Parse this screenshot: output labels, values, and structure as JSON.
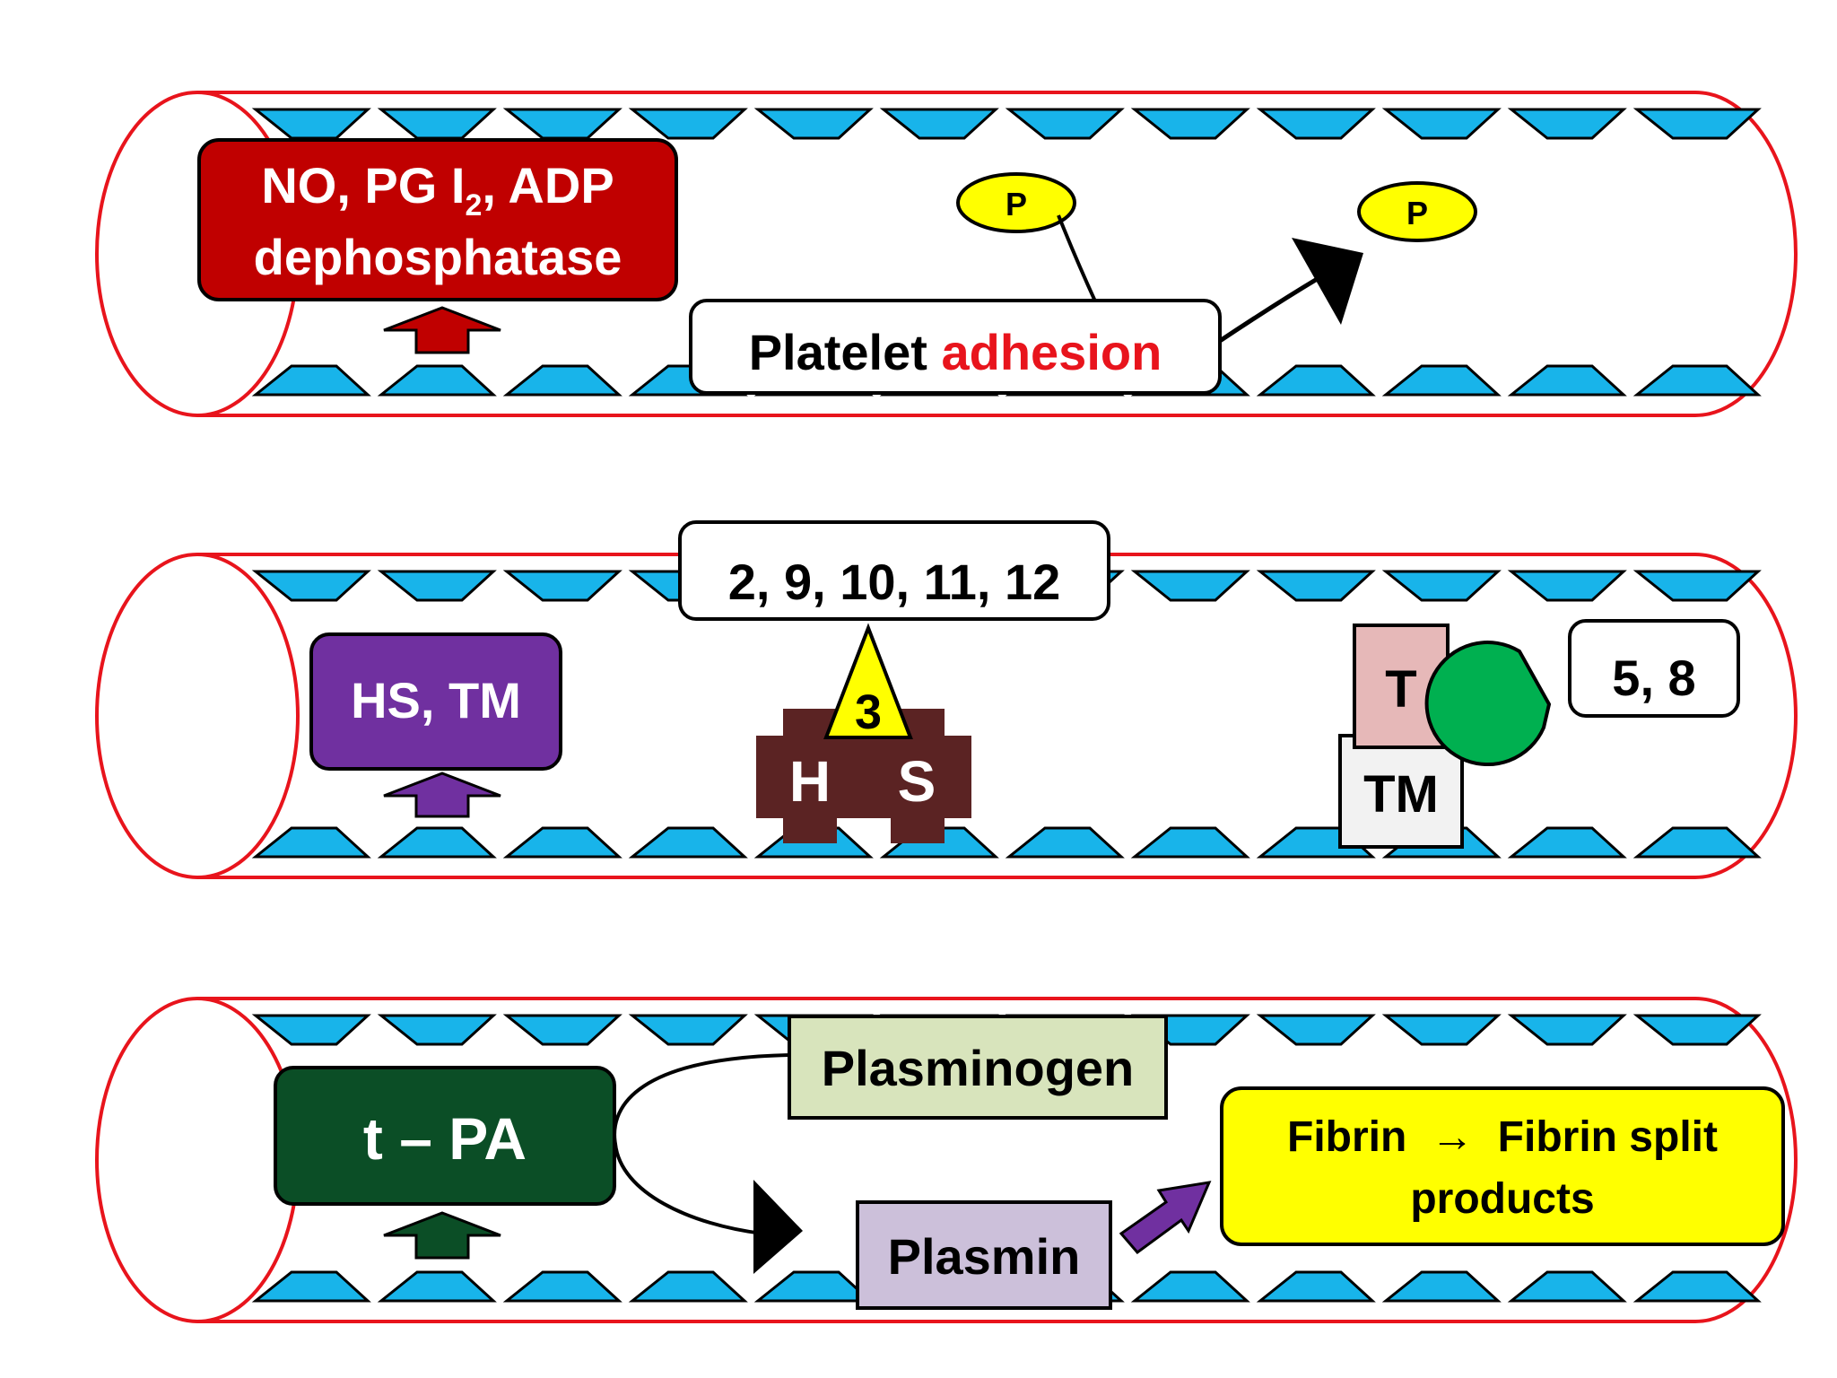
{
  "colors": {
    "vessel_outline": "#e8141c",
    "endothelium": "#18b4ea",
    "no_box": "#c00000",
    "hs_box": "#7030a0",
    "tpa_box": "#0b4e26",
    "hs_complex": "#5b2323",
    "antithrombin": "#ffff00",
    "thrombin": "#e6b8b8",
    "protein_c": "#00b050",
    "thrombomodulin": "#f2f2f2",
    "plasminogen": "#d8e4bc",
    "plasmin": "#ccc0da",
    "fibrin_box": "#ffff00",
    "adhesion_highlight": "#e8141c"
  },
  "panel1": {
    "no_label_line1": "NO, PG I",
    "no_label_sub": "2",
    "no_label_line1_tail": ", ADP",
    "no_label_line2": "dephosphatase",
    "phosphate_1": "P",
    "phosphate_2": "P",
    "platelet_word": "Platelet",
    "adhesion_word": "adhesion"
  },
  "panel2": {
    "hs_tm_label": "HS, TM",
    "factors_label": "2, 9, 10, 11, 12",
    "antithrombin_label": "3",
    "heparan_h": "H",
    "heparan_s": "S",
    "thrombin_label": "T",
    "thrombomodulin_label": "TM",
    "factors_5_8_label": "5, 8"
  },
  "panel3": {
    "tpa_label": "t – PA",
    "plasminogen_label": "Plasminogen",
    "plasmin_label": "Plasmin",
    "fibrin_line1": "Fibrin  →  Fibrin split",
    "fibrin_line2": "products"
  }
}
